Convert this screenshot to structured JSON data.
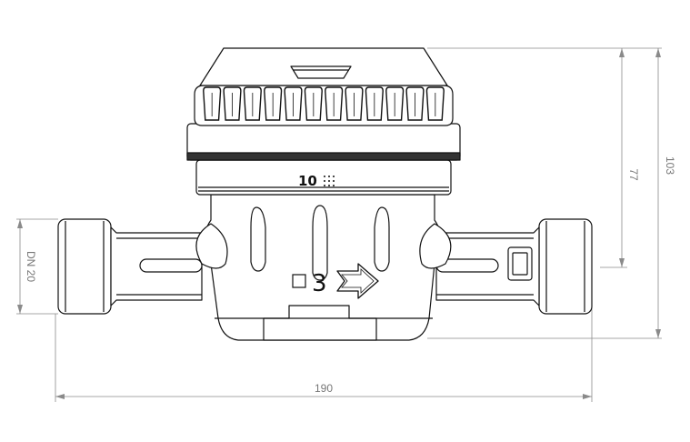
{
  "dimensions": {
    "width_label": "190",
    "height_total_label": "103",
    "height_axis_label": "77",
    "nominal_diameter_label": "DN 20"
  },
  "markings": {
    "dial_text": "10",
    "flow_class": "3"
  },
  "colors": {
    "outline": "#111111",
    "dimension": "#8a8a8a",
    "background": "#ffffff"
  }
}
